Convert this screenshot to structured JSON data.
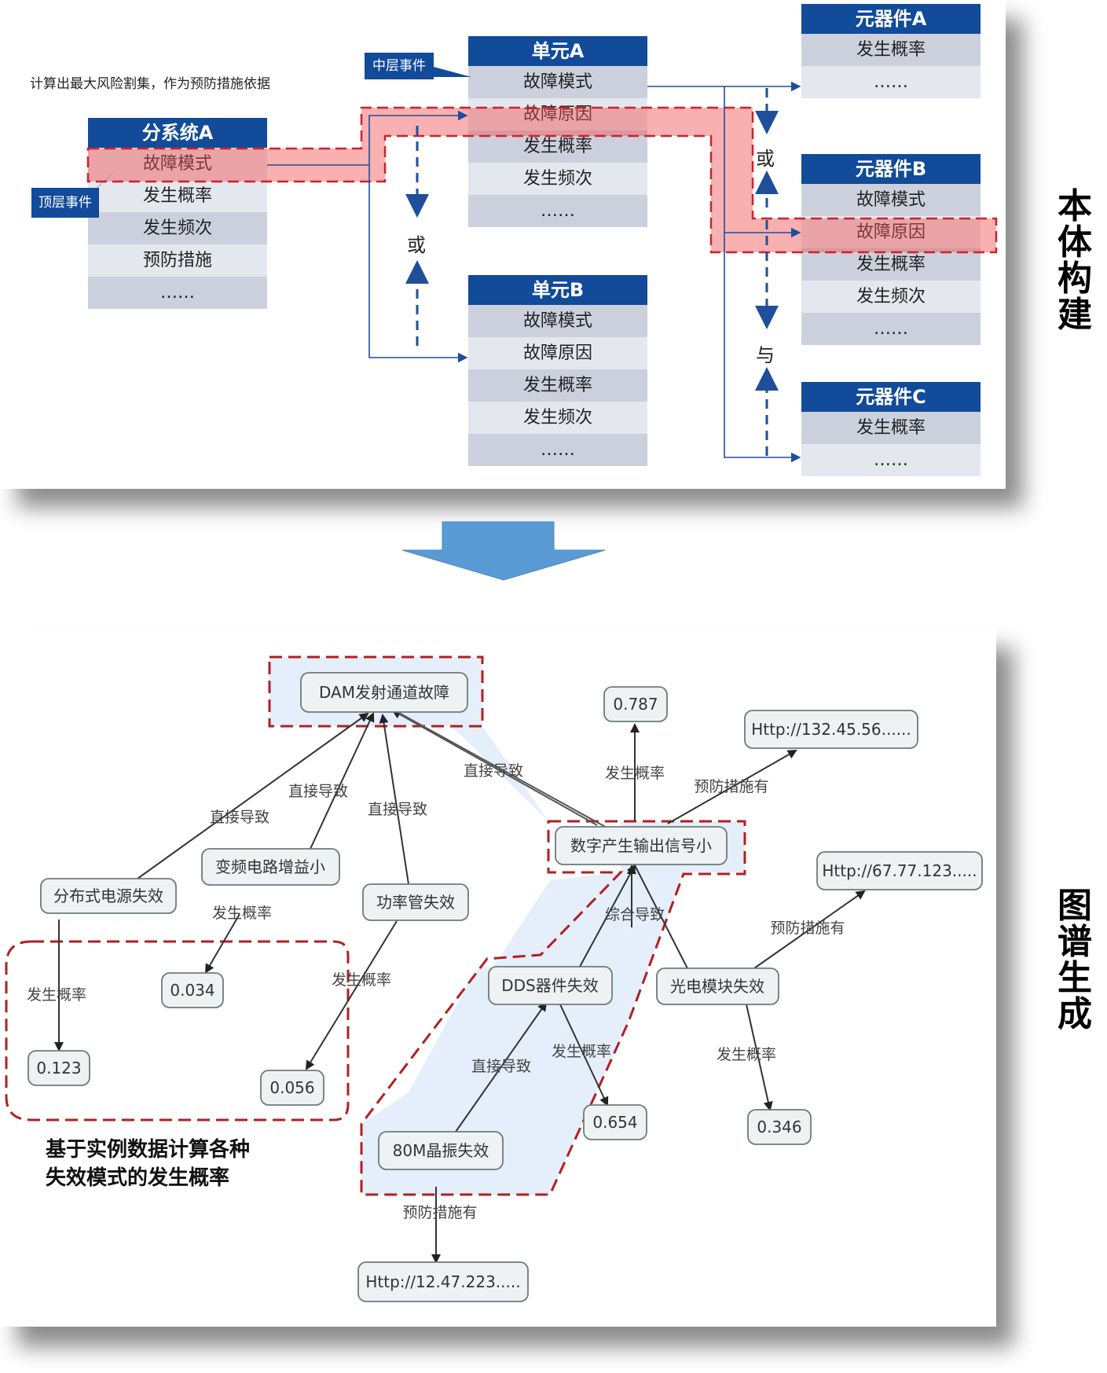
{
  "top": {
    "note": "计算出最大风险割集，作为预防措施依据",
    "tag_top": "顶层事件",
    "tag_mid": "中层事件",
    "or_label": "或",
    "and_label": "与",
    "subsystem_a": {
      "title": "分系统A",
      "rows": [
        "故障模式",
        "发生概率",
        "发生频次",
        "预防措施",
        "……"
      ]
    },
    "unit_a": {
      "title": "单元A",
      "rows": [
        "故障模式",
        "故障原因",
        "发生概率",
        "发生频次",
        "……"
      ]
    },
    "unit_b": {
      "title": "单元B",
      "rows": [
        "故障模式",
        "故障原因",
        "发生概率",
        "发生频次",
        "……"
      ]
    },
    "comp_a": {
      "title": "元器件A",
      "rows": [
        "发生概率",
        "……"
      ]
    },
    "comp_b": {
      "title": "元器件B",
      "rows": [
        "故障模式",
        "故障原因",
        "发生概率",
        "发生频次",
        "……"
      ]
    },
    "comp_c": {
      "title": "元器件C",
      "rows": [
        "发生概率",
        "……"
      ]
    }
  },
  "side": {
    "top_title": "本体构建",
    "bottom_title": "图谱生成"
  },
  "graph": {
    "nodes": {
      "dam": "DAM发射通道故障",
      "digital": "数字产生输出信号小",
      "distributed": "分布式电源失效",
      "freq": "变频电路增益小",
      "power": "功率管失效",
      "dds": "DDS器件失效",
      "optical": "光电模块失效",
      "crystal": "80M晶振失效",
      "v0787": "0.787",
      "v0034": "0.034",
      "v0123": "0.123",
      "v0056": "0.056",
      "v0654": "0.654",
      "v0346": "0.346",
      "url1": "Http://132.45.56......",
      "url2": "Http://67.77.123.....",
      "url3": "Http://12.47.223....."
    },
    "edge_labels": {
      "direct": "直接导致",
      "prob": "发生概率",
      "prevent": "预防措施有",
      "composite": "综合导致"
    },
    "caption_line1": "基于实例数据计算各种",
    "caption_line2": "失效模式的发生概率"
  }
}
